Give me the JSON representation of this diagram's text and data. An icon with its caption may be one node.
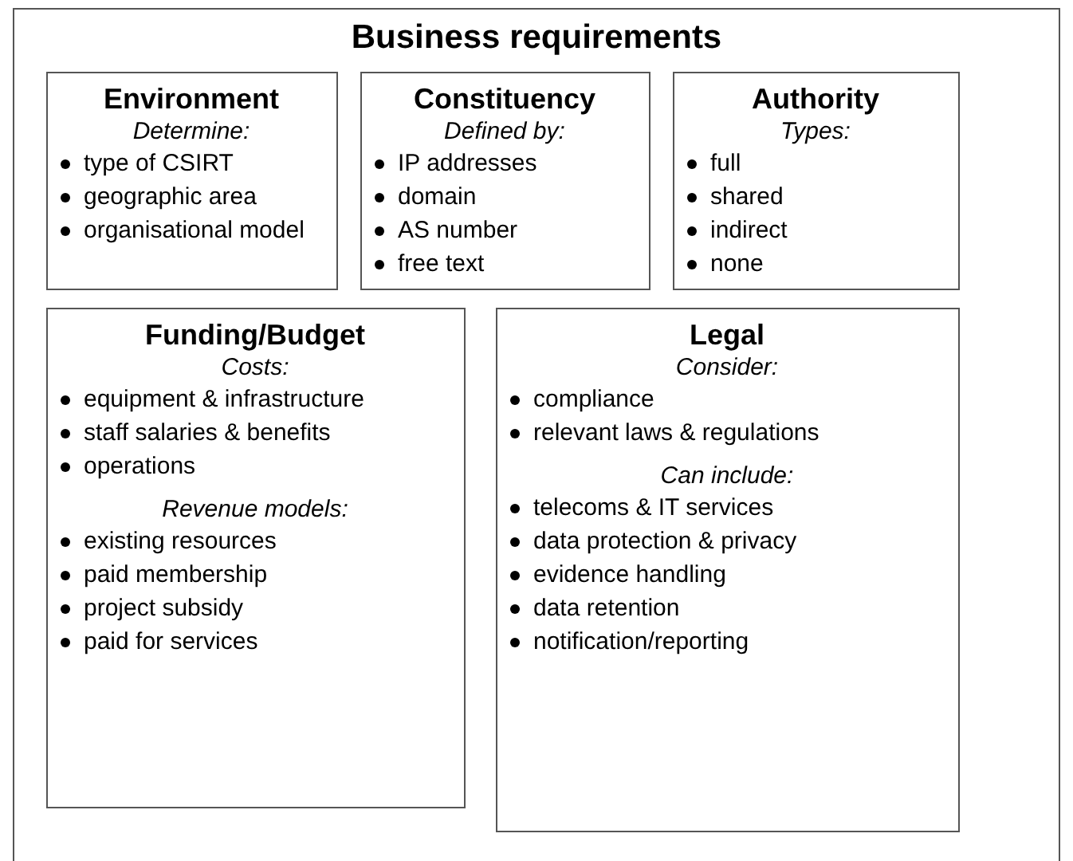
{
  "diagram": {
    "nodes": [
      {
        "text": [
          "Business requirements"
        ]
      },
      {
        "text": [
          "Environment",
          "Determine:",
          "type of CSIRT",
          "geographic area",
          "organisational model"
        ],
        "in": 0
      },
      {
        "text": [
          "Constituency",
          "Defined by:",
          "IP addresses",
          "domain",
          "AS number",
          "free text"
        ],
        "in": 0
      },
      {
        "text": [
          "Authority",
          "Types:",
          "full",
          "shared",
          "indirect",
          "none"
        ],
        "in": 0
      },
      {
        "text": [
          "Funding/Budget",
          "Costs:",
          "equipment & infrastructure",
          "staff salaries & benefits",
          "operations",
          "Revenue models:",
          "existing resources",
          "paid membership",
          "project subsidy",
          "paid for services"
        ],
        "in": 0
      },
      {
        "text": [
          "Legal",
          "Consider:",
          "compliance",
          "relevant laws & regulations",
          "Can include:",
          "telecoms & IT services",
          "data protection & privacy",
          "evidence handling",
          "data retention",
          "notification/reporting"
        ],
        "in": 0
      }
    ]
  }
}
